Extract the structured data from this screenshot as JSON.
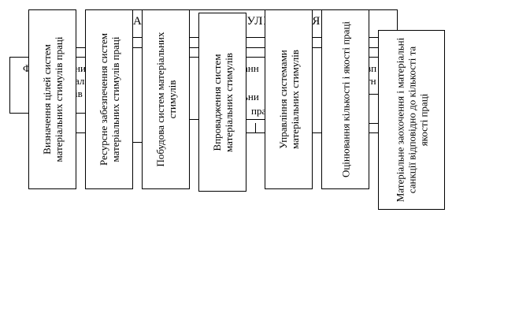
{
  "title": {
    "visible_fragment": "А         МУЛЮВАННЯ",
    "prefix": "А",
    "suffix": "МУЛЮВАННЯ"
  },
  "back_row": {
    "fragments": [
      "Ф",
      "ни",
      "ал",
      "ів",
      "анн",
      "ьни",
      "пра",
      "вп",
      "тн"
    ]
  },
  "stages": [
    {
      "label": "Визначення цілей систем матеріальних стимулів праці"
    },
    {
      "label": "Ресурсне забезпечення систем матеріальних стимулів праці"
    },
    {
      "label": "Побудова систем матеріальних стимулів"
    },
    {
      "label": "Впровадження систем матеріальних стимулів"
    },
    {
      "label": "Управління системами матеріальних стимулів"
    },
    {
      "label": "Оцінювання кількості і якості праці"
    },
    {
      "label": "Матеріальне заохочення і матеріальні санкції відповідно до кількості та якості праці"
    }
  ]
}
